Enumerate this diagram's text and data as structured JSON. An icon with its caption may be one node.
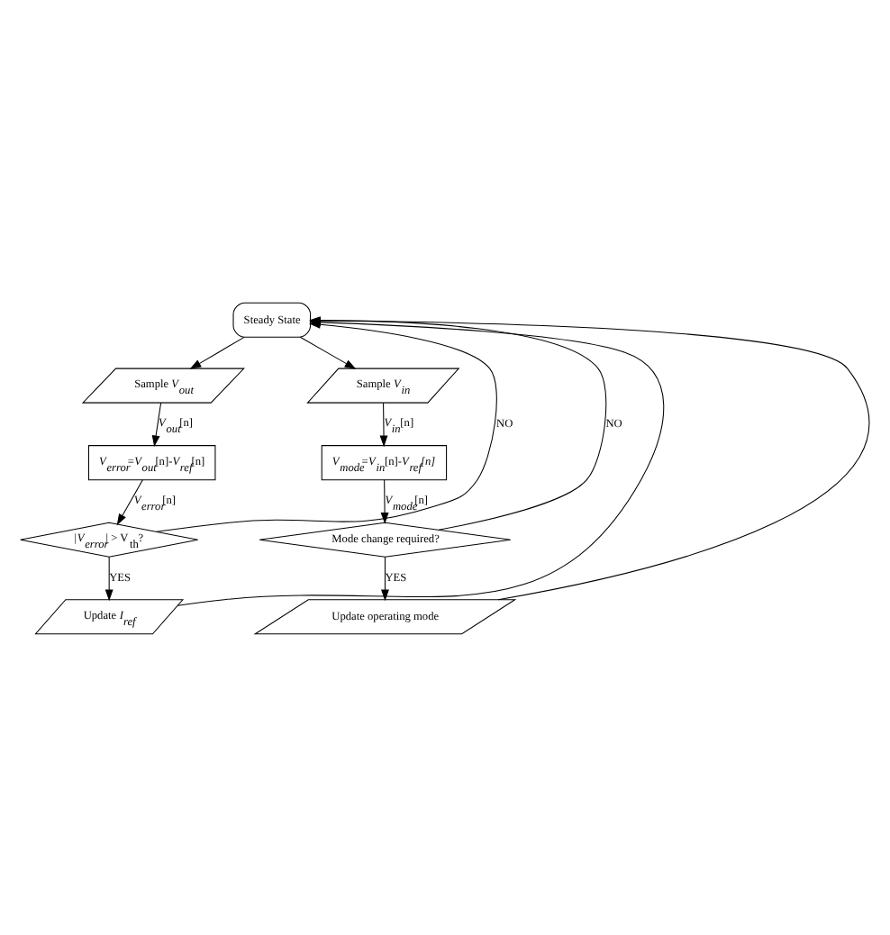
{
  "diagram": {
    "nodes": [
      {
        "text": [
          "Steady State"
        ]
      },
      {
        "text": [
          "Sample *V$_{out}$*"
        ]
      },
      {
        "text": [
          "Sample *V$_{in}$*"
        ]
      },
      {
        "text": [
          "*V$_{error}$*=*V$_{out}$*[n]-*V$_{ref}$*[n]"
        ]
      },
      {
        "text": [
          "*V$_{mode}$*=*V$_{in}$*[n]-*V$_{ref}$[n]*"
        ]
      },
      {
        "text": [
          "|*V$_{error}$*| > V$_{th}$?"
        ]
      },
      {
        "text": [
          "Mode change required?"
        ]
      },
      {
        "text": [
          "Update *I$_{ref}$*"
        ]
      },
      {
        "text": [
          "Update operating mode"
        ]
      }
    ],
    "edges": [
      {
        "from": 0,
        "to": 1,
        "arrow": "to"
      },
      {
        "from": 0,
        "to": 2,
        "arrow": "to"
      },
      {
        "from": 1,
        "to": 3,
        "arrow": "to",
        "label": "*V$_{out}$*[n]"
      },
      {
        "from": 2,
        "to": 4,
        "arrow": "to",
        "label": "*V$_{in}$*[n]"
      },
      {
        "from": 3,
        "to": 5,
        "arrow": "to",
        "label": "*V$_{error}$*[n]"
      },
      {
        "from": 4,
        "to": 6,
        "arrow": "to",
        "label": "*V$_{mode}$*[n]"
      },
      {
        "from": 5,
        "to": 0,
        "arrow": "to",
        "label": "NO"
      },
      {
        "from": 6,
        "to": 0,
        "arrow": "to",
        "label": "NO"
      },
      {
        "from": 5,
        "to": 7,
        "arrow": "to",
        "label": "YES"
      },
      {
        "from": 6,
        "to": 8,
        "arrow": "to",
        "label": "YES"
      },
      {
        "from": 7,
        "to": 0,
        "arrow": "to"
      },
      {
        "from": 8,
        "to": 0,
        "arrow": "to"
      }
    ]
  }
}
